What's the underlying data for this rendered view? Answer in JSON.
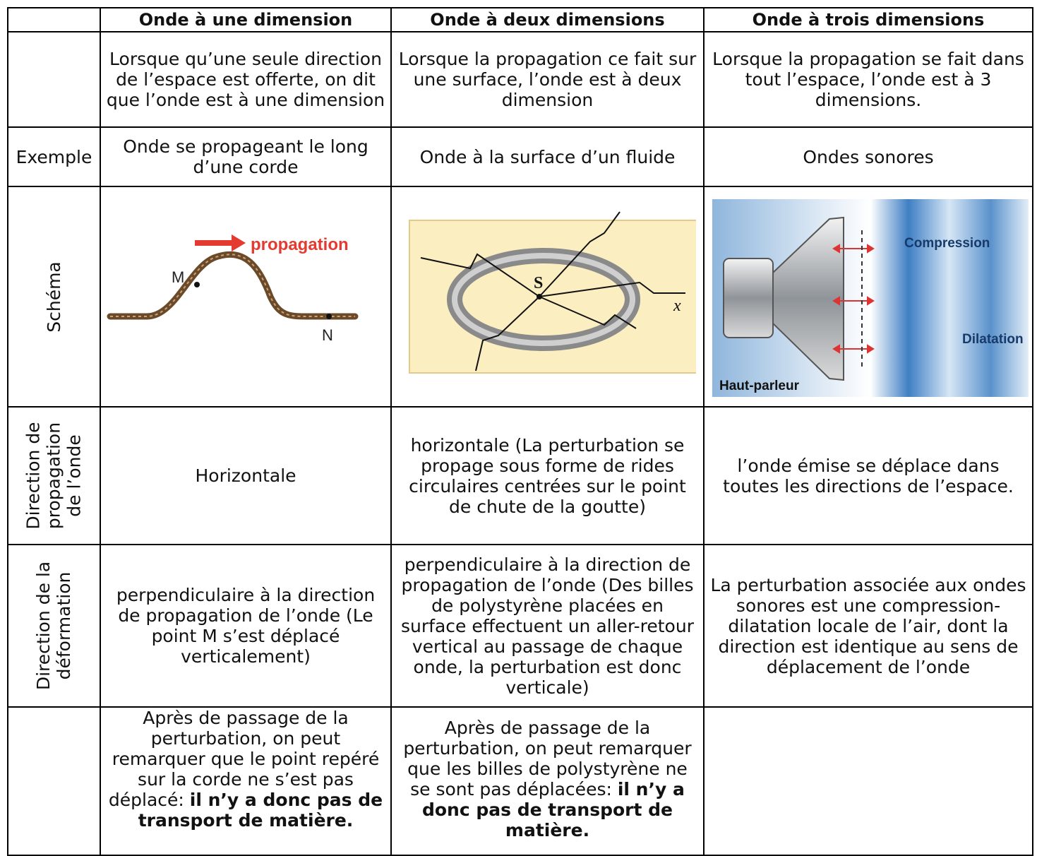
{
  "headers": {
    "corner": "",
    "col1": "Onde à une dimension",
    "col2": "Onde à deux dimensions",
    "col3": "Onde à trois dimensions"
  },
  "rows": {
    "definition": {
      "label": "",
      "c1": "Lorsque qu’une seule direction de l’espace est offerte, on dit que l’onde est à une dimension",
      "c2": "Lorsque la propagation ce fait sur une surface, l’onde est à deux dimension",
      "c3": "Lorsque la propagation se fait dans tout l’espace, l’onde est à 3 dimensions."
    },
    "example": {
      "label": "Exemple",
      "c1": "Onde se propageant le long d’une corde",
      "c2": "Onde à la surface d’un fluide",
      "c3": "Ondes sonores"
    },
    "schema": {
      "label": "Schéma",
      "c1": {
        "arrow_label": "propagation",
        "point_m": "M",
        "point_n": "N"
      },
      "c2": {
        "point_s": "S",
        "axis_x": "x"
      },
      "c3": {
        "compression": "Compression",
        "dilatation": "Dilatation",
        "speaker": "Haut-parleur"
      }
    },
    "direction_propagation": {
      "label_line1": "Direction de",
      "label_line2": "propagation",
      "label_line3": "de l’onde",
      "c1": "Horizontale",
      "c2": "horizontale (La perturbation se propage sous forme de rides circulaires centrées sur le point de chute de la goutte)",
      "c3": "l’onde émise se déplace dans toutes les directions de l’espace."
    },
    "direction_deformation": {
      "label_line1": "Direction de la",
      "label_line2": "déformation",
      "c1": "perpendiculaire à la direction de propagation de l’onde (Le point M s’est déplacé verticalement)",
      "c2": "perpendiculaire à la direction de propagation de l’onde (Des billes de polystyrène placées en surface effectuent un aller-retour vertical au passage de chaque onde, la perturbation est donc verticale)",
      "c3": "La perturbation associée aux ondes sonores est une compression-dilatation locale de l’air, dont la direction est identique au sens de déplacement de l’onde"
    },
    "transport": {
      "label": "",
      "c1_text": "Après de passage de la perturbation, on peut remarquer que le point repéré sur la corde ne s’est pas déplacé: ",
      "c1_bold": "il n’y a donc pas de transport de matière.",
      "c2_text": "Après de passage de la perturbation, on peut remarquer que les billes de polystyrène ne se sont pas déplacées: ",
      "c2_bold": "il n’y a donc pas de transport de matière.",
      "c3": ""
    }
  },
  "colors": {
    "border": "#000000",
    "arrow": "#e53a2f",
    "rope": "#6b4a2a",
    "pond": "#fbeec0",
    "speaker_bg": "#9cc3e6"
  }
}
